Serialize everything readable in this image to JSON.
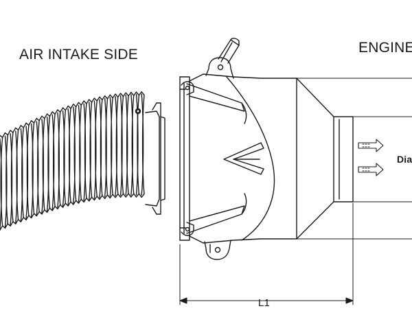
{
  "labels": {
    "air_intake_side": "AIR INTAKE SIDE",
    "engine": "ENGINE",
    "diameter": "Dia",
    "length": "L1"
  },
  "colors": {
    "line": "#1a1a1a",
    "background": "#ffffff"
  }
}
